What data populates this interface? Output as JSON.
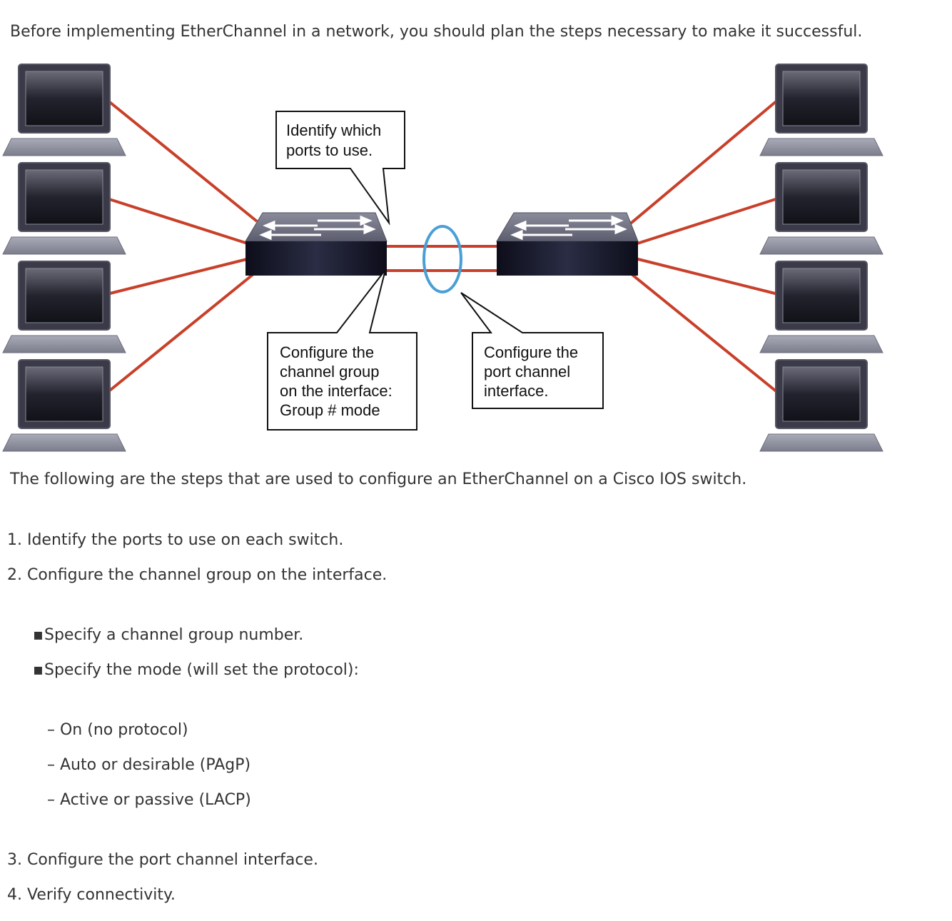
{
  "intro_text": "Before implementing EtherChannel in a network, you should plan the steps necessary to make it successful.",
  "diagram": {
    "callouts": {
      "identify": [
        "Identify which",
        "ports to use."
      ],
      "channel_group": [
        "Configure the",
        "channel group",
        "on the interface:",
        "Group # mode"
      ],
      "port_channel": [
        "Configure the",
        "port channel",
        "interface."
      ]
    },
    "colors": {
      "link": "#c8402a",
      "etherchannel_ring": "#4a9fd6",
      "switch_body": "#1a1a2e",
      "pc_screen": "#222230"
    },
    "icons": [
      "laptop-icon",
      "switch-icon",
      "etherchannel-ring-icon"
    ]
  },
  "steps_intro": "The following are the steps that are used to configure an EtherChannel on a Cisco IOS switch.",
  "steps": {
    "s1": "1. Identify the ports to use on each switch.",
    "s2": "2. Configure the channel group on the interface.",
    "s2_subs": [
      "Specify a channel group number.",
      "Specify the mode (will set the protocol):"
    ],
    "modes": [
      "– On (no protocol)",
      "– Auto or desirable (PAgP)",
      "– Active or passive (LACP)"
    ],
    "s3": "3. Configure the port channel interface.",
    "s4": "4. Verify connectivity."
  }
}
